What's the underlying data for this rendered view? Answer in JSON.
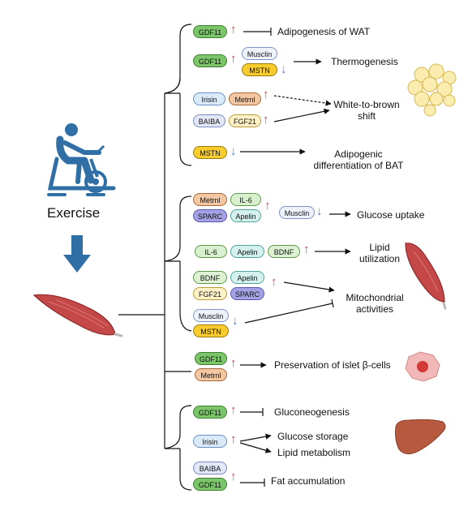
{
  "exercise_label": "Exercise",
  "colors": {
    "GDF11": [
      "#7cc66a",
      "#3f7f33"
    ],
    "Metrnl": [
      "#f2c7a2",
      "#a86a3a"
    ],
    "Irisin": [
      "#dbeaf8",
      "#6a8fc4"
    ],
    "BAIBA": [
      "#e2e8f7",
      "#7b8bc0"
    ],
    "FGF21": [
      "#fdf1c7",
      "#b99b3a"
    ],
    "MSTN": [
      "#f7cc2c",
      "#9a7c10"
    ],
    "Musclin": [
      "#eef3fb",
      "#7f93c7"
    ],
    "IL-6": [
      "#d9f0cf",
      "#5f9a4c"
    ],
    "Apelin": [
      "#d4f1ee",
      "#4fa49a"
    ],
    "BDNF": [
      "#dcf2d3",
      "#5f9a4c"
    ],
    "SPARC": [
      "#a4a1e4",
      "#5b57b0"
    ],
    "up": "#c94a4a",
    "down": "#4c7fe0"
  },
  "adipose": {
    "row1": {
      "factors": [
        "GDF11"
      ],
      "effect": "Adipogenesis of WAT"
    },
    "row2": {
      "factors": [
        "GDF11",
        "Musclin",
        "MSTN"
      ],
      "effect": "Thermogenesis"
    },
    "row3": {
      "factors": [
        "Irisin",
        "Metrnl",
        "BAIBA",
        "FGF21"
      ],
      "effect_line1": "White-to-brown",
      "effect_line2": "shift"
    },
    "row4": {
      "factors": [
        "MSTN"
      ],
      "effect_line1": "Adipogenic",
      "effect_line2": "differentiation of BAT"
    }
  },
  "muscle": {
    "row1": {
      "factors": [
        "Metrnl",
        "IL-6",
        "SPARC",
        "Apelin",
        "Musclin"
      ],
      "effect": "Glucose uptake"
    },
    "row2": {
      "factors": [
        "IL-6",
        "Apelin",
        "BDNF"
      ],
      "effect_line1": "Lipid",
      "effect_line2": "utilization"
    },
    "row3": {
      "factors": [
        "BDNF",
        "Apelin",
        "FGF21",
        "SPARC",
        "Musclin",
        "MSTN"
      ],
      "effect_line1": "Mitochondrial",
      "effect_line2": "activities"
    }
  },
  "pancreas": {
    "row1": {
      "factors": [
        "GDF11",
        "Metrnl"
      ],
      "effect": "Preservation of islet β-cells"
    }
  },
  "liver": {
    "row1": {
      "factors": [
        "GDF11"
      ],
      "effect": "Gluconeogenesis"
    },
    "row2": {
      "factors": [
        "Irisin"
      ],
      "effect_a": "Glucose storage",
      "effect_b": "Lipid metabolism"
    },
    "row3": {
      "factors": [
        "BAIBA",
        "GDF11"
      ],
      "effect": "Fat accumulation"
    }
  }
}
